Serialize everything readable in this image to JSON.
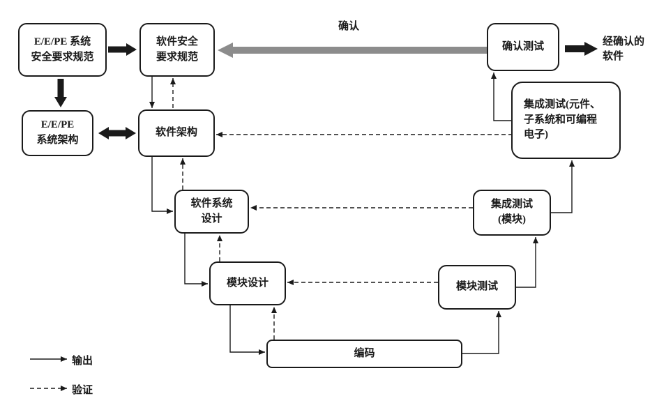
{
  "diagram": {
    "validation_arrow_label": "确认",
    "boxes": {
      "ee_system_srs": {
        "lines": [
          "E/E/PE 系统",
          "安全要求规范"
        ]
      },
      "sw_srs": {
        "lines": [
          "软件安全",
          "要求规范"
        ]
      },
      "ee_system_arch": {
        "lines": [
          "E/E/PE",
          "系统架构"
        ]
      },
      "sw_arch": {
        "lines": [
          "软件架构"
        ]
      },
      "sw_system_design": {
        "lines": [
          "软件系统",
          "设计"
        ]
      },
      "module_design": {
        "lines": [
          "模块设计"
        ]
      },
      "coding": {
        "lines": [
          "编码"
        ]
      },
      "module_test": {
        "lines": [
          "模块测试"
        ]
      },
      "integration_test_module": {
        "lines": [
          "集成测试",
          "(模块)"
        ]
      },
      "integration_test_pe": {
        "lines": [
          "集成测试(元件、",
          "子系统和可编程",
          "电子)"
        ]
      },
      "validation_test": {
        "lines": [
          "确认测试"
        ]
      }
    },
    "output_result": {
      "lines": [
        "经确认的",
        "软件"
      ]
    },
    "legend": {
      "solid_label": "输出",
      "dashed_label": "验证"
    },
    "colors": {
      "line": "#1a1a1a",
      "box_fill": "#ffffff",
      "validation_arrow": "#8c8c8c"
    }
  }
}
